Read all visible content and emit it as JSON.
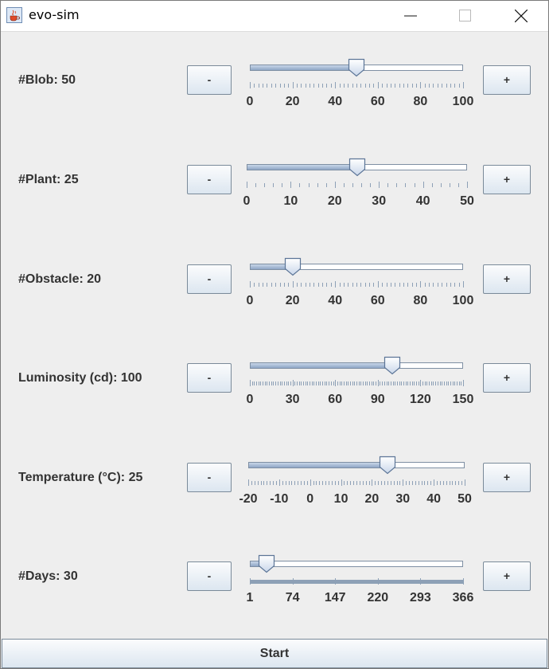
{
  "window": {
    "title": "evo-sim",
    "minimize_icon": "minimize-icon",
    "maximize_icon": "maximize-icon",
    "close_icon": "close-icon"
  },
  "colors": {
    "track_fill": "#a9bcd6",
    "border": "#7e8fa3",
    "label_text": "#333333"
  },
  "rows": [
    {
      "label": "#Blob: 50",
      "minus": "-",
      "plus": "+",
      "min": 0,
      "max": 100,
      "value": 50,
      "minor_step": 2,
      "tick_labels": [
        "0",
        "20",
        "40",
        "60",
        "80",
        "100"
      ]
    },
    {
      "label": "#Plant: 25",
      "minus": "-",
      "plus": "+",
      "min": 0,
      "max": 50,
      "value": 25,
      "minor_step": 2,
      "tick_labels": [
        "0",
        "10",
        "20",
        "30",
        "40",
        "50"
      ]
    },
    {
      "label": "#Obstacle: 20",
      "minus": "-",
      "plus": "+",
      "min": 0,
      "max": 100,
      "value": 20,
      "minor_step": 2,
      "tick_labels": [
        "0",
        "20",
        "40",
        "60",
        "80",
        "100"
      ]
    },
    {
      "label": "Luminosity (cd): 100",
      "minus": "-",
      "plus": "+",
      "min": 0,
      "max": 150,
      "value": 100,
      "minor_step": 1.5,
      "tick_labels": [
        "0",
        "30",
        "60",
        "90",
        "120",
        "150"
      ]
    },
    {
      "label": "Temperature (°C): 25",
      "minus": "-",
      "plus": "+",
      "min": -20,
      "max": 50,
      "value": 25,
      "minor_step": 1,
      "tick_labels": [
        "-20",
        "-10",
        "0",
        "10",
        "20",
        "30",
        "40",
        "50"
      ]
    },
    {
      "label": "#Days: 30",
      "minus": "-",
      "plus": "+",
      "min": 1,
      "max": 366,
      "value": 30,
      "minor_step": 1,
      "tick_labels": [
        "1",
        "74",
        "147",
        "220",
        "293",
        "366"
      ]
    }
  ],
  "start_label": "Start"
}
